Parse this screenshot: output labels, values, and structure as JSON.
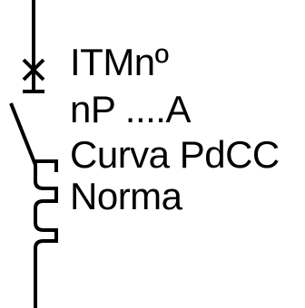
{
  "symbol": {
    "name": "breaker-symbol",
    "color": "#000000"
  },
  "labels": [
    "ITMnº",
    "nP ....A",
    "Curva PdCC",
    "Norma"
  ]
}
